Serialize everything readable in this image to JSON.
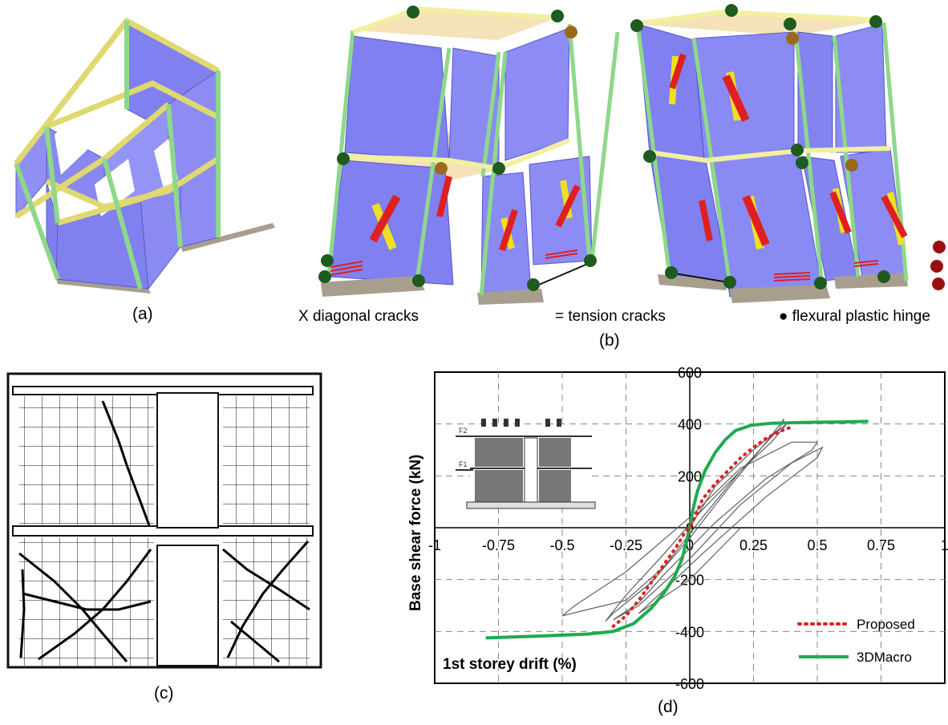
{
  "captions": {
    "a": "(a)",
    "b": "(b)",
    "c": "(c)",
    "d": "(d)"
  },
  "panel_b_legend": {
    "diagonal": "X diagonal cracks",
    "tension": "= tension cracks",
    "hinge": "● flexural plastic hinge"
  },
  "inset_labels": {
    "f2": "F2",
    "f1": "F1"
  },
  "colors": {
    "wall": "#8080f0",
    "beam": "#f2f0a0",
    "column": "#a8e89a",
    "crack_diagonal_a": "#e02020",
    "crack_diagonal_b": "#f0e020",
    "hinge_green": "#1f5a1f",
    "hinge_brown": "#9a6a1a",
    "hinge_red": "#9a1010",
    "floor": "#f5e2b8",
    "base": "#a89e8e",
    "proposed": "#e02020",
    "macro3d": "#1faa4f"
  },
  "chart_data": {
    "type": "line",
    "xlabel": "1st storey drift (%)",
    "ylabel": "Base shear force (kN)",
    "xlim": [
      -1,
      1
    ],
    "ylim": [
      -600,
      600
    ],
    "x_ticks": [
      -1,
      -0.75,
      -0.5,
      -0.25,
      0,
      0.25,
      0.5,
      0.75,
      1
    ],
    "x_tick_labels": [
      "-1",
      "-0.75",
      "-0.5",
      "-0.25",
      "0",
      "0.25",
      "0.5",
      "0.75",
      "1"
    ],
    "y_ticks": [
      -600,
      -400,
      -200,
      0,
      200,
      400,
      600
    ],
    "y_tick_labels": [
      "-600",
      "-400",
      "-200",
      "0",
      "200",
      "400",
      "600"
    ],
    "grid": true,
    "legend": "bottom-right",
    "series": [
      {
        "name": "Proposed",
        "style": "dotted",
        "color": "#e02020",
        "points": [
          [
            -0.3,
            -380
          ],
          [
            -0.25,
            -340
          ],
          [
            -0.2,
            -280
          ],
          [
            -0.15,
            -210
          ],
          [
            -0.1,
            -140
          ],
          [
            -0.05,
            -70
          ],
          [
            -0.02,
            -20
          ],
          [
            0,
            0
          ],
          [
            0.02,
            40
          ],
          [
            0.05,
            110
          ],
          [
            0.1,
            170
          ],
          [
            0.15,
            220
          ],
          [
            0.2,
            270
          ],
          [
            0.25,
            310
          ],
          [
            0.3,
            345
          ],
          [
            0.35,
            370
          ],
          [
            0.39,
            385
          ]
        ]
      },
      {
        "name": "3DMacro",
        "style": "solid",
        "color": "#1faa4f",
        "points": [
          [
            -0.8,
            -425
          ],
          [
            -0.6,
            -418
          ],
          [
            -0.4,
            -410
          ],
          [
            -0.3,
            -400
          ],
          [
            -0.22,
            -370
          ],
          [
            -0.15,
            -310
          ],
          [
            -0.1,
            -250
          ],
          [
            -0.06,
            -190
          ],
          [
            -0.03,
            -120
          ],
          [
            -0.01,
            -40
          ],
          [
            0,
            0
          ],
          [
            0.01,
            60
          ],
          [
            0.03,
            140
          ],
          [
            0.06,
            220
          ],
          [
            0.1,
            290
          ],
          [
            0.14,
            340
          ],
          [
            0.18,
            375
          ],
          [
            0.24,
            395
          ],
          [
            0.32,
            403
          ],
          [
            0.45,
            406
          ],
          [
            0.6,
            408
          ],
          [
            0.7,
            410
          ]
        ]
      },
      {
        "name": "",
        "style": "thin",
        "color": "#606060",
        "points": [
          [
            0,
            0
          ],
          [
            0.1,
            160
          ],
          [
            0.25,
            300
          ],
          [
            0.35,
            380
          ],
          [
            0.37,
            420
          ],
          [
            0.3,
            330
          ],
          [
            0.15,
            150
          ],
          [
            0,
            -40
          ],
          [
            -0.15,
            -210
          ],
          [
            -0.3,
            -330
          ],
          [
            -0.33,
            -360
          ],
          [
            -0.25,
            -260
          ],
          [
            -0.1,
            -100
          ],
          [
            0.05,
            70
          ],
          [
            0.2,
            220
          ],
          [
            0.32,
            330
          ],
          [
            0.38,
            400
          ],
          [
            0.33,
            360
          ],
          [
            0.2,
            220
          ],
          [
            0.05,
            40
          ],
          [
            -0.1,
            -150
          ],
          [
            -0.25,
            -280
          ],
          [
            -0.42,
            -320
          ],
          [
            -0.5,
            -340
          ],
          [
            -0.45,
            -300
          ],
          [
            -0.25,
            -170
          ],
          [
            0,
            40
          ],
          [
            0.2,
            230
          ],
          [
            0.4,
            330
          ],
          [
            0.5,
            330
          ],
          [
            0.48,
            300
          ],
          [
            0.3,
            190
          ],
          [
            0.1,
            20
          ],
          [
            -0.1,
            -180
          ],
          [
            -0.2,
            -290
          ],
          [
            -0.3,
            -355
          ],
          [
            -0.2,
            -300
          ],
          [
            0,
            -120
          ],
          [
            0.2,
            90
          ],
          [
            0.4,
            250
          ],
          [
            0.52,
            310
          ],
          [
            0.5,
            270
          ],
          [
            0.3,
            120
          ],
          [
            0.05,
            -100
          ],
          [
            -0.1,
            -240
          ],
          [
            -0.2,
            -330
          ],
          [
            0,
            -200
          ],
          [
            0.2,
            0
          ]
        ]
      }
    ]
  }
}
